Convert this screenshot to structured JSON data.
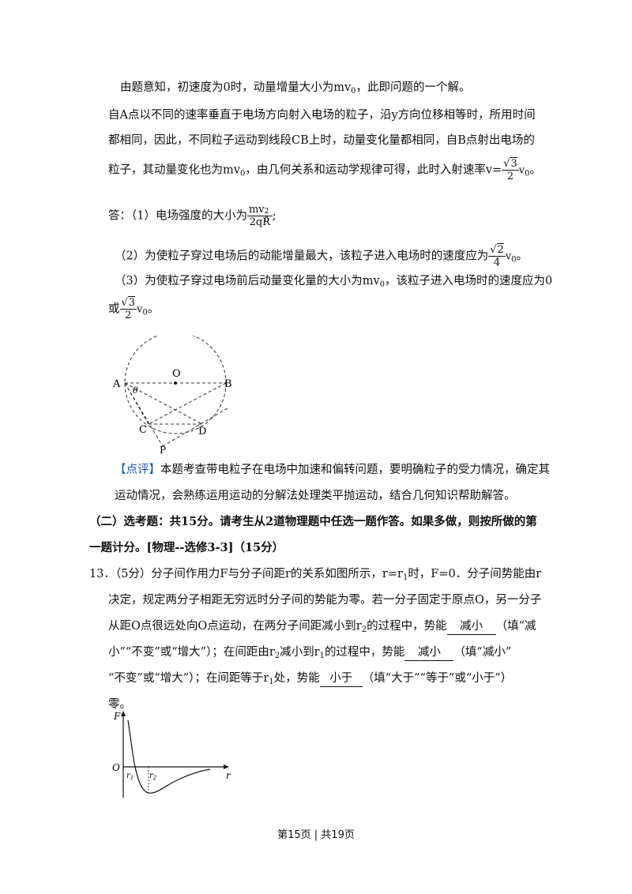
{
  "paragraph1": "由题意知，初速度为0时，动量增量大小为mv",
  "paragraph1_sub": "0",
  "paragraph1_end": "，此即问题的一个解。",
  "p2_line1": "自A点以不同的速率垂直于电场方向射入电场的粒子，沿y方向位移相等时，所用时间",
  "p2_line2": "都相同，因此，不同粒子运动到线段CB上时，动量变化量都相同，自B点射出电场的",
  "p2_line3a": "粒子，其动量变化也为mv",
  "p2_line3_sub": "0",
  "p2_line3b": "，由几何关系和运动学规律可得，此时入射速率v=",
  "sqrt3": "3",
  "sqrt2": "2",
  "two": "2",
  "four": "4",
  "v0": "v",
  "v0_sub": "0",
  "period": "。",
  "ans1_prefix": "答：（1）电场强度的大小为",
  "ans1_num": "mv",
  "ans1_num_sup": "2",
  "ans1_num_sub": "0",
  "ans1_den": "2qR",
  "ans1_end": ";",
  "ans2": "（2）为使粒子穿过电场后的动能增量最大，该粒子进入电场时的速度应为",
  "ans3_line1a": "（3）为使粒子穿过电场前后动量变化量的大小为mv",
  "ans3_line1_sub": "0",
  "ans3_line1b": "，该粒子进入电场时的速度应为0",
  "ans3_line2_prefix": "或",
  "circle_labels": {
    "O": "O",
    "A": "A",
    "B": "B",
    "C": "C",
    "D": "D",
    "P": "P",
    "theta": "θ"
  },
  "comment_tag": "【点评】",
  "comment_line1": "本题考查带电粒子在电场中加速和偏转问题，要明确粒子的受力情况，确定其",
  "comment_line2": "运动情况，会熟练运用运动的分解法处理类平抛运动，结合几何知识帮助解答。",
  "section_line1": "（二）选考题：共15分。请考生从2道物理题中任选一题作答。如果多做，则按所做的第",
  "section_line2": "一题计分。[物理--选修3-3]（15分）",
  "q13_line1": "13．（5分）分子间作用力F与分子间距r的关系如图所示，r=r",
  "q13_line1_sub": "1",
  "q13_line1b": "时，F=0．分子间势能由r",
  "q13_line2": "决定，规定两分子相距无穷远时分子间的势能为零。若一分子固定于原点O，另一分子",
  "q13_line3a": "从距O点很远处向O点运动，在两分子间距减小到r",
  "q13_line3_sub": "2",
  "q13_line3b": "的过程中，势能",
  "blank1": "减小",
  "q13_line3c": "（填“减",
  "q13_line4a": "小”“不变”或“增大”）；在间距由r",
  "q13_line4_sub1": "2",
  "q13_line4b": "减小到r",
  "q13_line4_sub2": "1",
  "q13_line4c": "的过程中，势能",
  "blank2": "减小",
  "q13_line4d": "（填“减小”",
  "q13_line5a": "“不变”或“增大”）；在间距等于r",
  "q13_line5_sub": "1",
  "q13_line5b": "处，势能",
  "blank3": "小于",
  "q13_line5c": "（填“大于”“等于”或“小于”）",
  "q13_line6": "零。",
  "graph_labels": {
    "F": "F",
    "O": "O",
    "r": "r",
    "r1": "r",
    "r1_sub": "1",
    "r2": "r",
    "r2_sub": "2"
  },
  "footer": "第15页 | 共19页"
}
